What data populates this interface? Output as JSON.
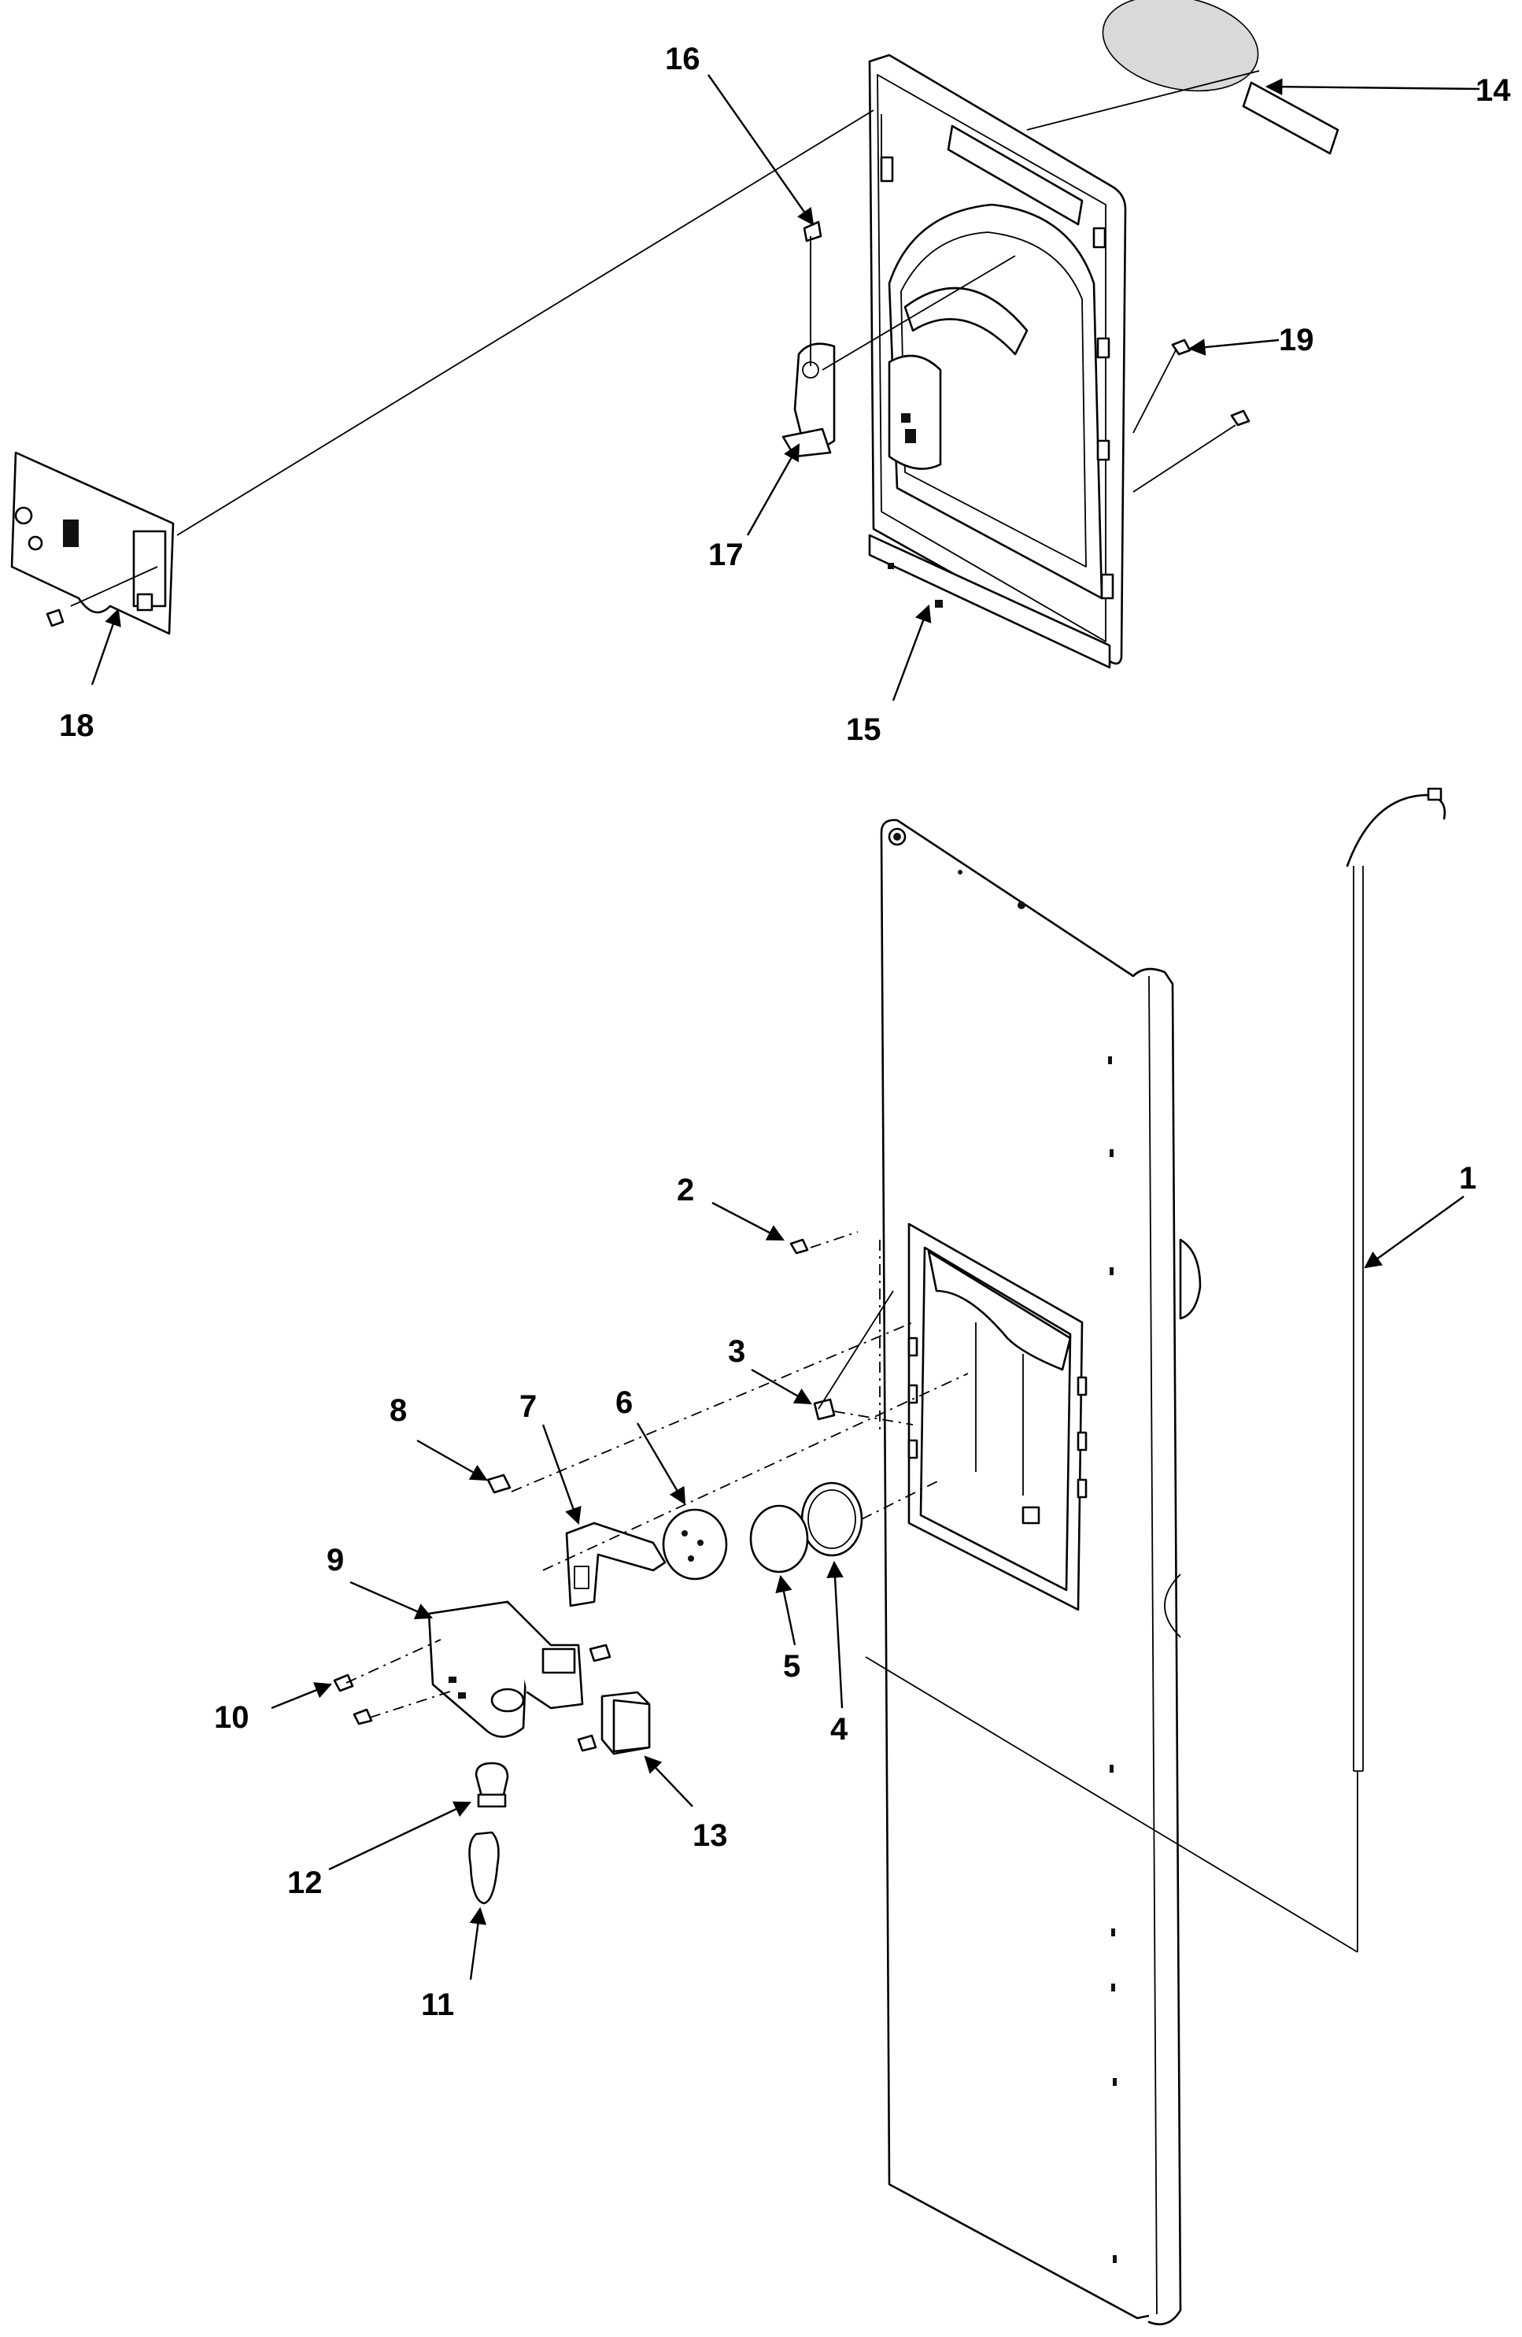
{
  "callouts": [
    {
      "id": "c1",
      "text": "1"
    },
    {
      "id": "c2",
      "text": "2"
    },
    {
      "id": "c3",
      "text": "3"
    },
    {
      "id": "c4",
      "text": "4"
    },
    {
      "id": "c5",
      "text": "5"
    },
    {
      "id": "c6",
      "text": "6"
    },
    {
      "id": "c7",
      "text": "7"
    },
    {
      "id": "c8",
      "text": "8"
    },
    {
      "id": "c9",
      "text": "9"
    },
    {
      "id": "c10",
      "text": "10"
    },
    {
      "id": "c11",
      "text": "11"
    },
    {
      "id": "c12",
      "text": "12"
    },
    {
      "id": "c13",
      "text": "13"
    },
    {
      "id": "c14",
      "text": "14"
    },
    {
      "id": "c15",
      "text": "15"
    },
    {
      "id": "c16",
      "text": "16"
    },
    {
      "id": "c17",
      "text": "17"
    },
    {
      "id": "c18",
      "text": "18"
    },
    {
      "id": "c19",
      "text": "19"
    }
  ],
  "colors": {
    "ink": "#000000",
    "paper": "#ffffff",
    "shade": "#d9d9d9"
  }
}
